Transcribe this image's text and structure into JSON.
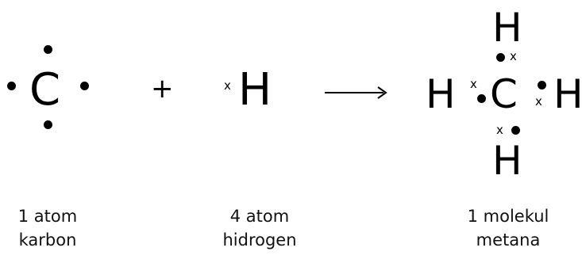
{
  "reactants": {
    "carbon": {
      "symbol": "C"
    },
    "plus": "+",
    "hydrogen": {
      "symbol": "H",
      "electron_mark": "x"
    }
  },
  "product": {
    "center": "C",
    "top": "H",
    "left": "H",
    "right": "H",
    "bottom": "H",
    "electron_mark": "x"
  },
  "captions": {
    "carbon": {
      "line1": "1 atom",
      "line2": "karbon"
    },
    "hydrogen": {
      "line1": "4 atom",
      "line2": "hidrogen"
    },
    "product": {
      "line1": "1 molekul",
      "line2": "metana"
    }
  }
}
